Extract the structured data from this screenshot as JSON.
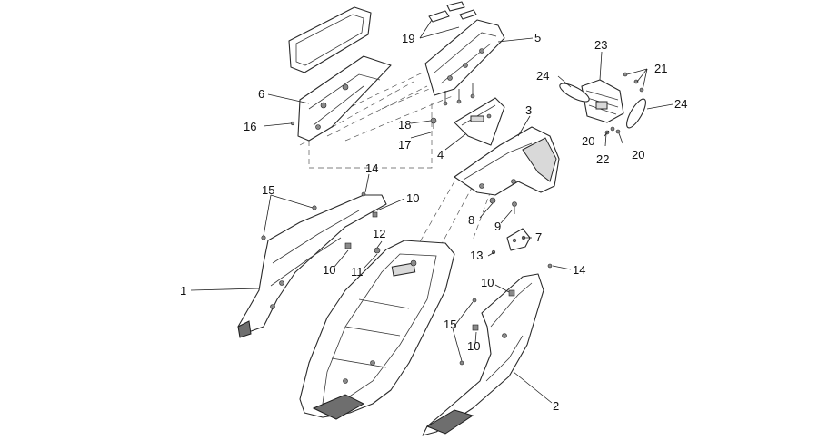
{
  "callouts": {
    "c1": "1",
    "c2": "2",
    "c3": "3",
    "c4": "4",
    "c5": "5",
    "c6": "6",
    "c7": "7",
    "c8": "8",
    "c9": "9",
    "c10a": "10",
    "c10b": "10",
    "c10c": "10",
    "c10d": "10",
    "c11": "11",
    "c12": "12",
    "c13": "13",
    "c14a": "14",
    "c14b": "14",
    "c15a": "15",
    "c15b": "15",
    "c16": "16",
    "c17": "17",
    "c18": "18",
    "c19": "19",
    "c20a": "20",
    "c20b": "20",
    "c21": "21",
    "c22": "22",
    "c23": "23",
    "c24a": "24",
    "c24b": "24"
  }
}
